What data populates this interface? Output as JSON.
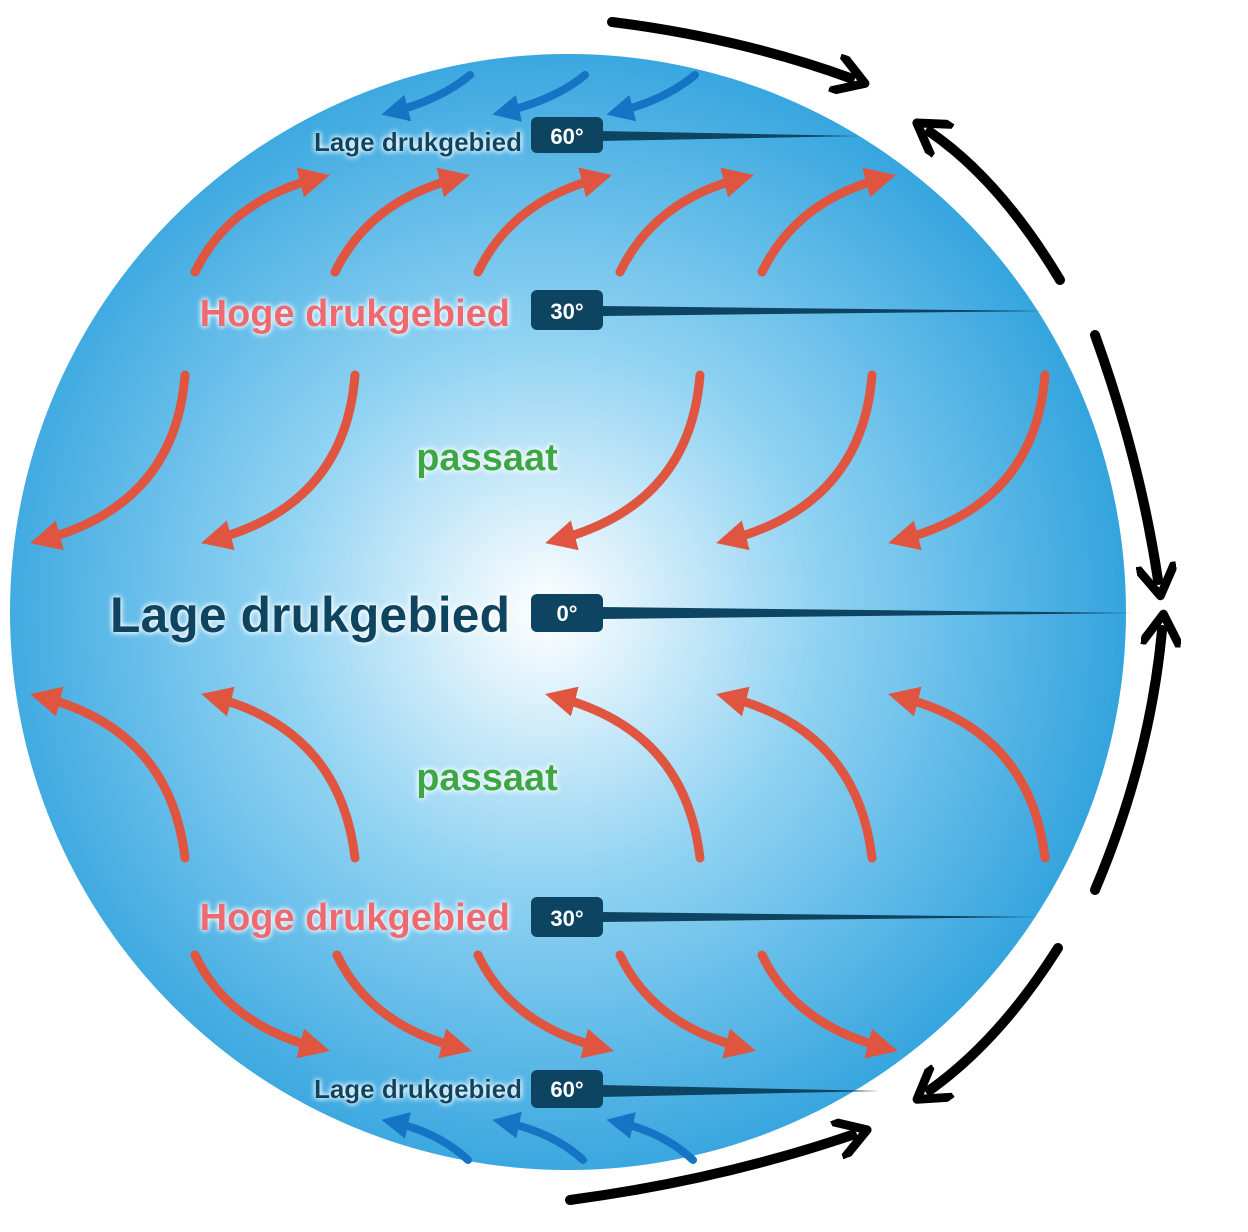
{
  "labels": {
    "low_pressure_north": "Lage drukgebied",
    "high_pressure_north": "Hoge drukgebied",
    "trade_wind_north": "passaat",
    "low_pressure_equator": "Lage drukgebied",
    "trade_wind_south": "passaat",
    "high_pressure_south": "Hoge drukgebied",
    "low_pressure_south": "Lage drukgebied"
  },
  "latitudes": {
    "north_60": "60°",
    "north_30": "30°",
    "equator": "0°",
    "south_30": "30°",
    "south_60": "60°"
  },
  "colors": {
    "globe_center": "#ffffff",
    "globe_mid": "#6cc4ee",
    "globe_edge": "#2a9fdc",
    "badge": "#0d4461",
    "low_pressure_text": "#0d4461",
    "high_pressure_text": "#ef6a70",
    "trade_wind_text": "#3aa745",
    "wind_red": "#e05540",
    "wind_blue": "#1674c4",
    "rotation_arrow": "#000000"
  }
}
